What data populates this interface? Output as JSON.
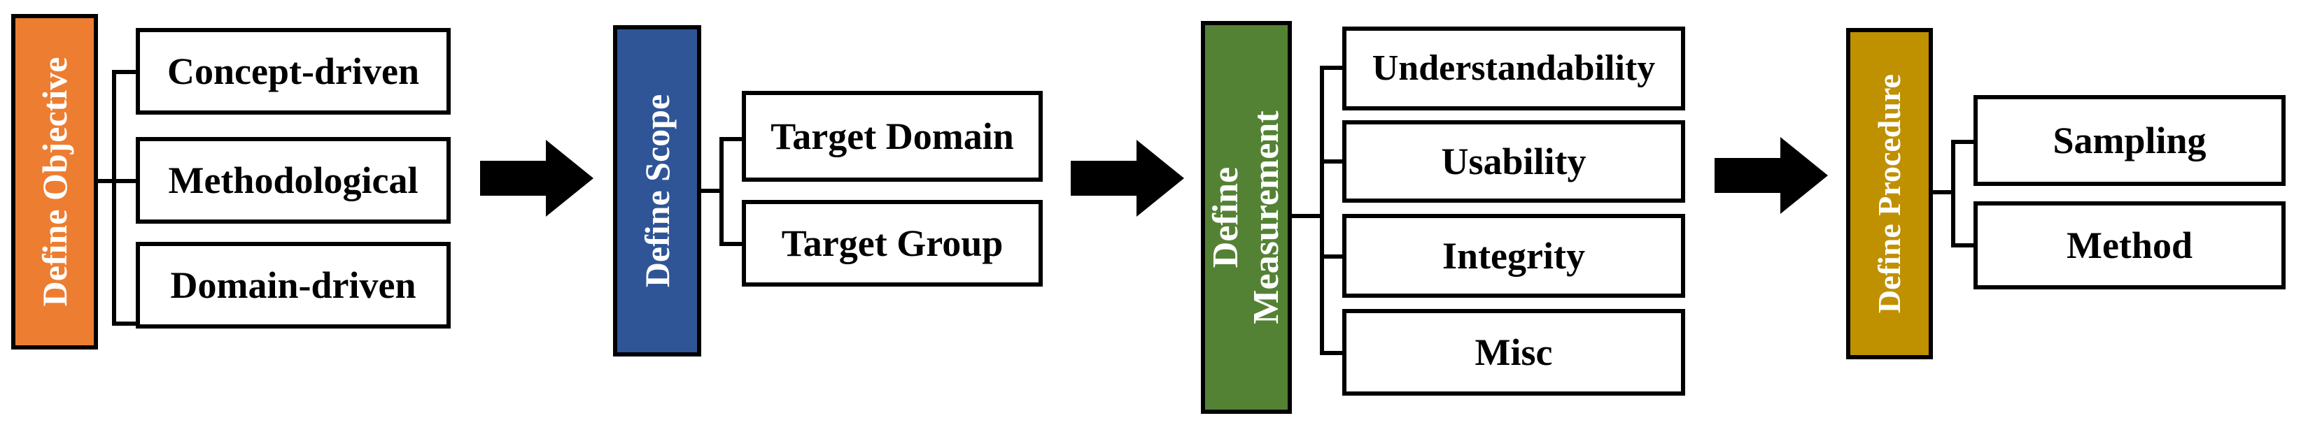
{
  "stages": [
    {
      "title": "Define Objective",
      "color": "#ED7D31",
      "items": [
        "Concept-driven",
        "Methodological",
        "Domain-driven"
      ]
    },
    {
      "title": "Define Scope",
      "color": "#2F5597",
      "items": [
        "Target Domain",
        "Target Group"
      ]
    },
    {
      "title_lines": [
        "Define",
        "Measurement"
      ],
      "color": "#548235",
      "items": [
        "Understandability",
        "Usability",
        "Integrity",
        "Misc"
      ]
    },
    {
      "title": "Define Procedure",
      "color": "#BF9000",
      "items": [
        "Sampling",
        "Method"
      ]
    }
  ],
  "arrow_icon": "right-arrow-icon"
}
